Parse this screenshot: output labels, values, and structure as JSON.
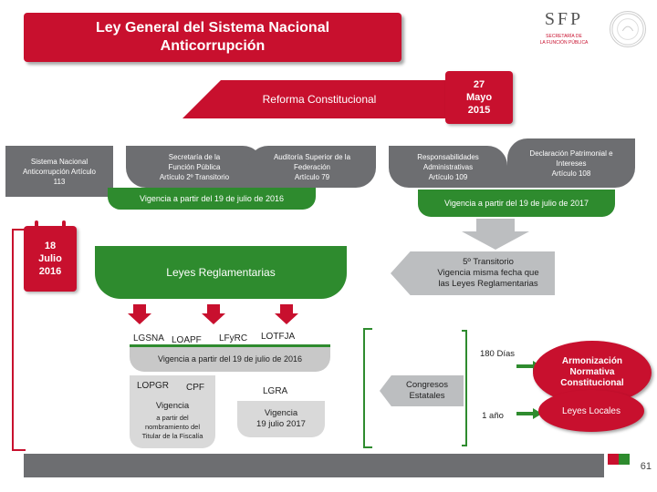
{
  "title": {
    "line1": "Ley General del Sistema Nacional",
    "line2": "Anticorrupción"
  },
  "logo": {
    "text": "SFP",
    "subtitle_line1": "SECRETARÍA DE",
    "subtitle_line2": "LA FUNCIÓN PÚBLICA"
  },
  "reforma": {
    "label": "Reforma Constitucional"
  },
  "date_main": {
    "day": "27",
    "month": "Mayo",
    "year": "2015"
  },
  "boxes": {
    "sistema": {
      "line1": "Sistema Nacional",
      "line2": "Anticorrupción Artículo",
      "line3": "113"
    },
    "sfp": {
      "line1": "Secretaría de la",
      "line2": "Función Pública",
      "line3": "Artículo 2º Transitorio"
    },
    "asf": {
      "line1": "Auditoría Superior de la",
      "line2": "Federación",
      "line3": "Artículo 79"
    },
    "resp": {
      "line1": "Responsabilidades",
      "line2": "Administrativas",
      "line3": "Artículo 109"
    },
    "decl": {
      "line1": "Declaración Patrimonial e",
      "line2": "Intereses",
      "line3": "Artículo 108"
    }
  },
  "vigencia_2016": "Vigencia a partir del 19 de julio de 2016",
  "vigencia_2017": "Vigencia a partir del 19 de julio de 2017",
  "calendar": {
    "day": "18",
    "month": "Julio",
    "year": "2016"
  },
  "leyes": "Leyes Reglamentarias",
  "quinto": {
    "line1": "5º Transitorio",
    "line2": "Vigencia misma fecha que",
    "line3": "las Leyes Reglamentarias"
  },
  "laws": {
    "lgsna": "LGSNA",
    "loapf": "LOAPF",
    "lfyrc": "LFyRC",
    "lotfja": "LOTFJA"
  },
  "vigencia_2016b": "Vigencia a partir del 19 de julio de 2016",
  "lopgr": {
    "name": "LOPGR",
    "cpf": "CPF",
    "vig": "Vigencia",
    "line2": "a partir del",
    "line3": "nombramiento del",
    "line4": "Titular de la Fiscalía"
  },
  "lgra": {
    "name": "LGRA",
    "vig": "Vigencia",
    "date": "19 julio 2017"
  },
  "congresos": {
    "line1": "Congresos",
    "line2": "Estatales"
  },
  "d180": "180 Días",
  "d1": "1 año",
  "armonizacion": {
    "line1": "Armonización",
    "line2": "Normativa",
    "line3": "Constitucional"
  },
  "locales": "Leyes Locales",
  "page_number": "61",
  "colors": {
    "red": "#c8102e",
    "green": "#2e8b2e",
    "gray": "#6d6e71",
    "light_gray": "#bcbec0"
  }
}
